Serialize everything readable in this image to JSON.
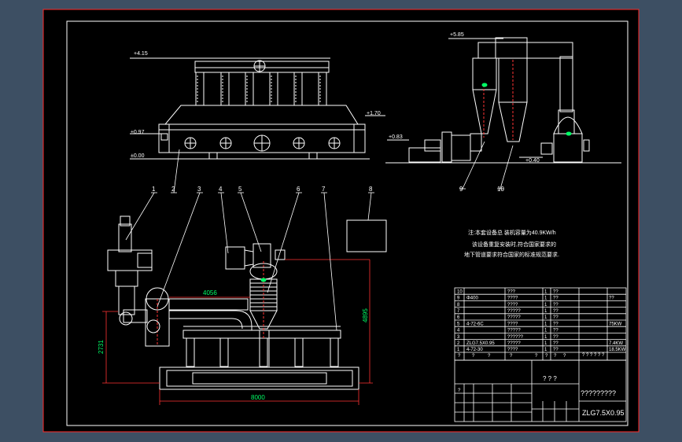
{
  "colors": {
    "background": "#3d4f63",
    "sheet": "#000000",
    "frame": "#ff2a2a",
    "line": "#ffffff",
    "dimension": "#00ff66",
    "accent": "#ff3333"
  },
  "elevations": {
    "left_top": "+4.15",
    "left_mid": "±0.97",
    "left_ground": "±0.00",
    "left_right": "+1.70",
    "right_top": "+5.85",
    "right_left": "+0.83",
    "right_bottom": "+0.40"
  },
  "callouts": [
    "1",
    "2",
    "3",
    "4",
    "5",
    "6",
    "7",
    "8",
    "9",
    "10"
  ],
  "dimensions": {
    "pipe_length": "4056",
    "tower_height": "4895",
    "left_height": "2731",
    "base_length": "8000"
  },
  "notes": {
    "line1": "注:本套设备总  装机容量为40.9KW/h",
    "line2": "该设备重复安装时,符合国家要求的",
    "line3": "地下管道要求符合国家的标准规范要求."
  },
  "parts_table": {
    "rows": [
      {
        "no": "10",
        "code": "",
        "name": "???",
        "qty": "1",
        "mat": "??",
        "note": ""
      },
      {
        "no": "9",
        "code": "Φ400",
        "name": "????",
        "qty": "1",
        "mat": "??",
        "note": "??"
      },
      {
        "no": "8",
        "code": "",
        "name": "????",
        "qty": "1",
        "mat": "??",
        "note": ""
      },
      {
        "no": "7",
        "code": "",
        "name": "?????",
        "qty": "1",
        "mat": "??",
        "note": ""
      },
      {
        "no": "6",
        "code": "",
        "name": "?????",
        "qty": "1",
        "mat": "??",
        "note": ""
      },
      {
        "no": "5",
        "code": "4-72-6C",
        "name": "????",
        "qty": "1",
        "mat": "??",
        "note": "75KW"
      },
      {
        "no": "4",
        "code": "",
        "name": "?????",
        "qty": "1",
        "mat": "??",
        "note": ""
      },
      {
        "no": "3",
        "code": "",
        "name": "??????",
        "qty": "1",
        "mat": "??",
        "note": ""
      },
      {
        "no": "2",
        "code": "ZLG7.5X0.95",
        "name": "?????",
        "qty": "1",
        "mat": "??",
        "note": "7.4KW"
      },
      {
        "no": "1",
        "code": "4-72-30",
        "name": "????",
        "qty": "1",
        "mat": "??",
        "note": "18.5KW"
      }
    ],
    "header": [
      "?",
      "?",
      "?",
      "?",
      "?",
      "?",
      "?",
      "?"
    ],
    "header_right": "? ? ? ? ? ?"
  },
  "title_block": {
    "title": "? ? ?",
    "org": "?????????",
    "drawing_no": "ZLG7.5X0.95",
    "cell_mark": "?"
  }
}
